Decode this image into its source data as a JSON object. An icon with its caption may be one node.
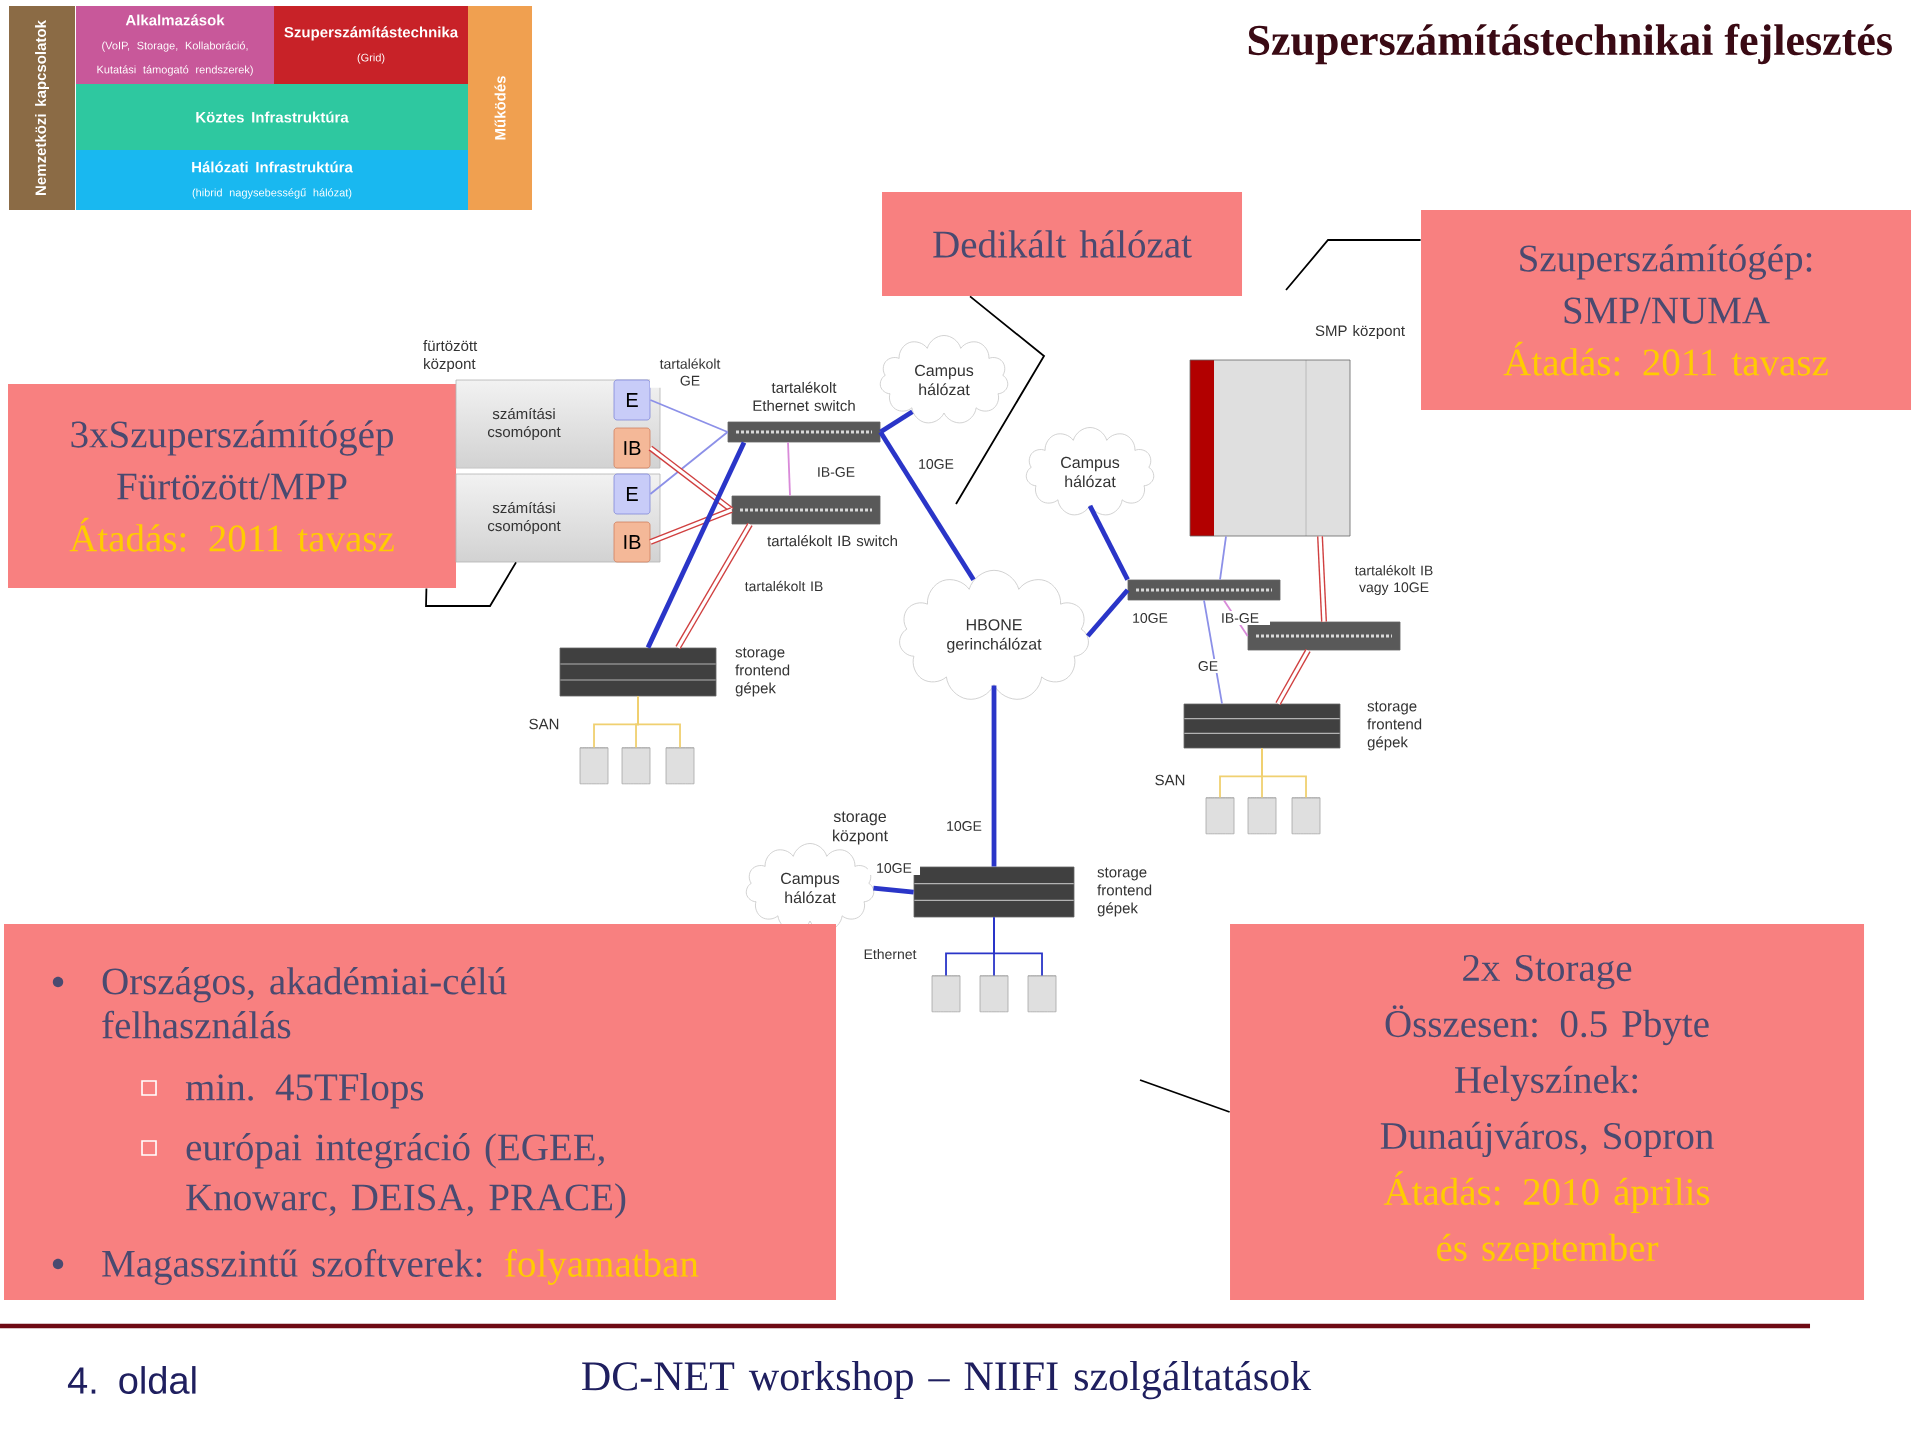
{
  "diagram": {
    "title": "Szuperszámítástechnikai fejlesztés",
    "nodes": [
      {
        "text": [
          "Nemzetközi kapcsolatok"
        ]
      },
      {
        "text": [
          "Alkalmazások",
          "(VoIP, Storage, Kollaboráció, Kutatási támogató rendszerek)"
        ]
      },
      {
        "text": [
          "Szuperszámítástechnika",
          "(Grid)"
        ]
      },
      {
        "text": [
          "Működés"
        ]
      },
      {
        "text": [
          "Köztes Infrastruktúra"
        ]
      },
      {
        "text": [
          "Hálózati Infrastruktúra",
          "(hibrid nagysebességű hálózat)"
        ]
      },
      {
        "text": [
          "Dedikált hálózat"
        ]
      },
      {
        "text": [
          "Szuperszámítógép: SMP/NUMA",
          "Átadás: 2011 tavasz"
        ]
      },
      {
        "text": [
          "3xSzuperszámítógép Fürtözött/MPP",
          "Átadás: 2011 tavasz"
        ]
      },
      {
        "text": [
          "számítási csomópont"
        ]
      },
      {
        "text": [
          "E"
        ],
        "in": 9
      },
      {
        "text": [
          "IB"
        ],
        "in": 9
      },
      {
        "text": [
          "számítási csomópont"
        ]
      },
      {
        "text": [
          "E"
        ],
        "in": 12
      },
      {
        "text": [
          "IB"
        ],
        "in": 12
      },
      {
        "text": [],
        "shape": "picture",
        "beside": [
          "tartalékolt Ethernet switch"
        ]
      },
      {
        "text": [],
        "shape": "picture",
        "beside": [
          "tartalékolt IB switch"
        ]
      },
      {
        "text": [],
        "shape": "picture",
        "beside": [
          "storage frontend gépek"
        ]
      },
      {
        "text": [],
        "shape": "cylinder"
      },
      {
        "text": [],
        "shape": "cylinder"
      },
      {
        "text": [],
        "shape": "cylinder"
      },
      {
        "text": [
          "Campus hálózat"
        ]
      },
      {
        "text": [
          "HBONE gerinchálózat"
        ]
      },
      {
        "text": [
          "Campus hálózat"
        ]
      },
      {
        "text": [],
        "shape": "picture"
      },
      {
        "text": [],
        "shape": "picture",
        "beside": [
          "SMP központ"
        ]
      },
      {
        "text": [],
        "shape": "picture"
      },
      {
        "text": [],
        "shape": "picture",
        "beside": [
          "storage frontend gépek"
        ]
      },
      {
        "text": [],
        "shape": "cylinder"
      },
      {
        "text": [],
        "shape": "cylinder"
      },
      {
        "text": [],
        "shape": "cylinder"
      },
      {
        "text": [
          "Campus hálózat"
        ]
      },
      {
        "text": [],
        "shape": "picture",
        "beside": [
          "storage frontend gépek"
        ]
      },
      {
        "text": [],
        "shape": "cylinder"
      },
      {
        "text": [],
        "shape": "cylinder"
      },
      {
        "text": [],
        "shape": "cylinder"
      },
      {
        "text": [
          "Országos, akadémiai-célú felhasználás",
          "min. 45TFlops",
          "európai integráció (EGEE, Knowarc, DEISA, PRACE)",
          "Magasszintű szoftverek:",
          "folyamatban"
        ]
      },
      {
        "text": [
          "2x Storage",
          "Összesen: 0.5 Pbyte",
          "Helyszínek: Dunaújváros, Sopron",
          "Átadás: 2010 április és szeptember"
        ]
      }
    ],
    "edges": [
      {
        "from": 10,
        "to": 15,
        "arrow": "none",
        "color": "#8c90e8",
        "label": "tartalékolt GE"
      },
      {
        "from": 13,
        "to": 15,
        "arrow": "none",
        "color": "#8c90e8"
      },
      {
        "from": 11,
        "to": 16,
        "arrow": "none",
        "style": "thick",
        "color": "#d04040"
      },
      {
        "from": 14,
        "to": 16,
        "arrow": "none",
        "style": "thick",
        "color": "#d04040"
      },
      {
        "from": 15,
        "to": 16,
        "arrow": "none",
        "color": "#d98ad9",
        "label": "IB-GE"
      },
      {
        "from": 15,
        "to": 17,
        "arrow": "none",
        "style": "thick"
      },
      {
        "from": 16,
        "to": 17,
        "arrow": "none",
        "style": "thick",
        "color": "#d04040",
        "label": "tartalékolt IB"
      },
      {
        "from": 15,
        "to": 21,
        "arrow": "none",
        "style": "thick"
      },
      {
        "from": 15,
        "to": 22,
        "arrow": "none",
        "style": "thick",
        "label": "10GE"
      },
      {
        "from": 17,
        "to": 18,
        "arrow": "none",
        "color": "#f0d070"
      },
      {
        "from": 17,
        "to": 19,
        "arrow": "none",
        "color": "#f0d070"
      },
      {
        "from": 17,
        "to": 20,
        "arrow": "none",
        "color": "#f0d070"
      },
      {
        "from": 23,
        "to": 24,
        "arrow": "none",
        "style": "thick"
      },
      {
        "from": 22,
        "to": 24,
        "arrow": "none",
        "style": "thick",
        "label": "10GE"
      },
      {
        "from": 25,
        "to": 24,
        "arrow": "none",
        "color": "#8c90e8"
      },
      {
        "from": 25,
        "to": 26,
        "arrow": "none",
        "style": "thick",
        "color": "#d04040",
        "label": "tartalékolt IB vagy 10GE"
      },
      {
        "from": 24,
        "to": 26,
        "arrow": "none",
        "color": "#d98ad9",
        "label": "IB-GE"
      },
      {
        "from": 24,
        "to": 27,
        "arrow": "none",
        "color": "#8c90e8",
        "label": "GE"
      },
      {
        "from": 26,
        "to": 27,
        "arrow": "none",
        "style": "thick",
        "color": "#d04040"
      },
      {
        "from": 27,
        "to": 28,
        "arrow": "none",
        "color": "#f0d070"
      },
      {
        "from": 27,
        "to": 29,
        "arrow": "none",
        "color": "#f0d070"
      },
      {
        "from": 27,
        "to": 30,
        "arrow": "none",
        "color": "#f0d070"
      },
      {
        "from": 22,
        "to": 32,
        "arrow": "none",
        "style": "thick",
        "label": "10GE"
      },
      {
        "from": 31,
        "to": 32,
        "arrow": "none",
        "style": "thick",
        "label": "10GE"
      },
      {
        "from": 32,
        "to": 33,
        "arrow": "none"
      },
      {
        "from": 32,
        "to": 34,
        "arrow": "none"
      },
      {
        "from": 32,
        "to": 35,
        "arrow": "none"
      },
      {
        "from": 6,
        "to": null,
        "arrow": "none",
        "color": "#000000"
      },
      {
        "from": 7,
        "to": null,
        "arrow": "none",
        "color": "#000000"
      },
      {
        "from": 8,
        "to": 12,
        "arrow": "none",
        "color": "#000000"
      },
      {
        "from": 37,
        "to": null,
        "arrow": "none",
        "color": "#000000"
      }
    ],
    "labels": [
      "fürtözött központ",
      "SAN",
      "SAN",
      "storage központ",
      "Ethernet",
      "4. oldal",
      "DC-NET workshop – NIIFI szolgáltatások"
    ]
  }
}
